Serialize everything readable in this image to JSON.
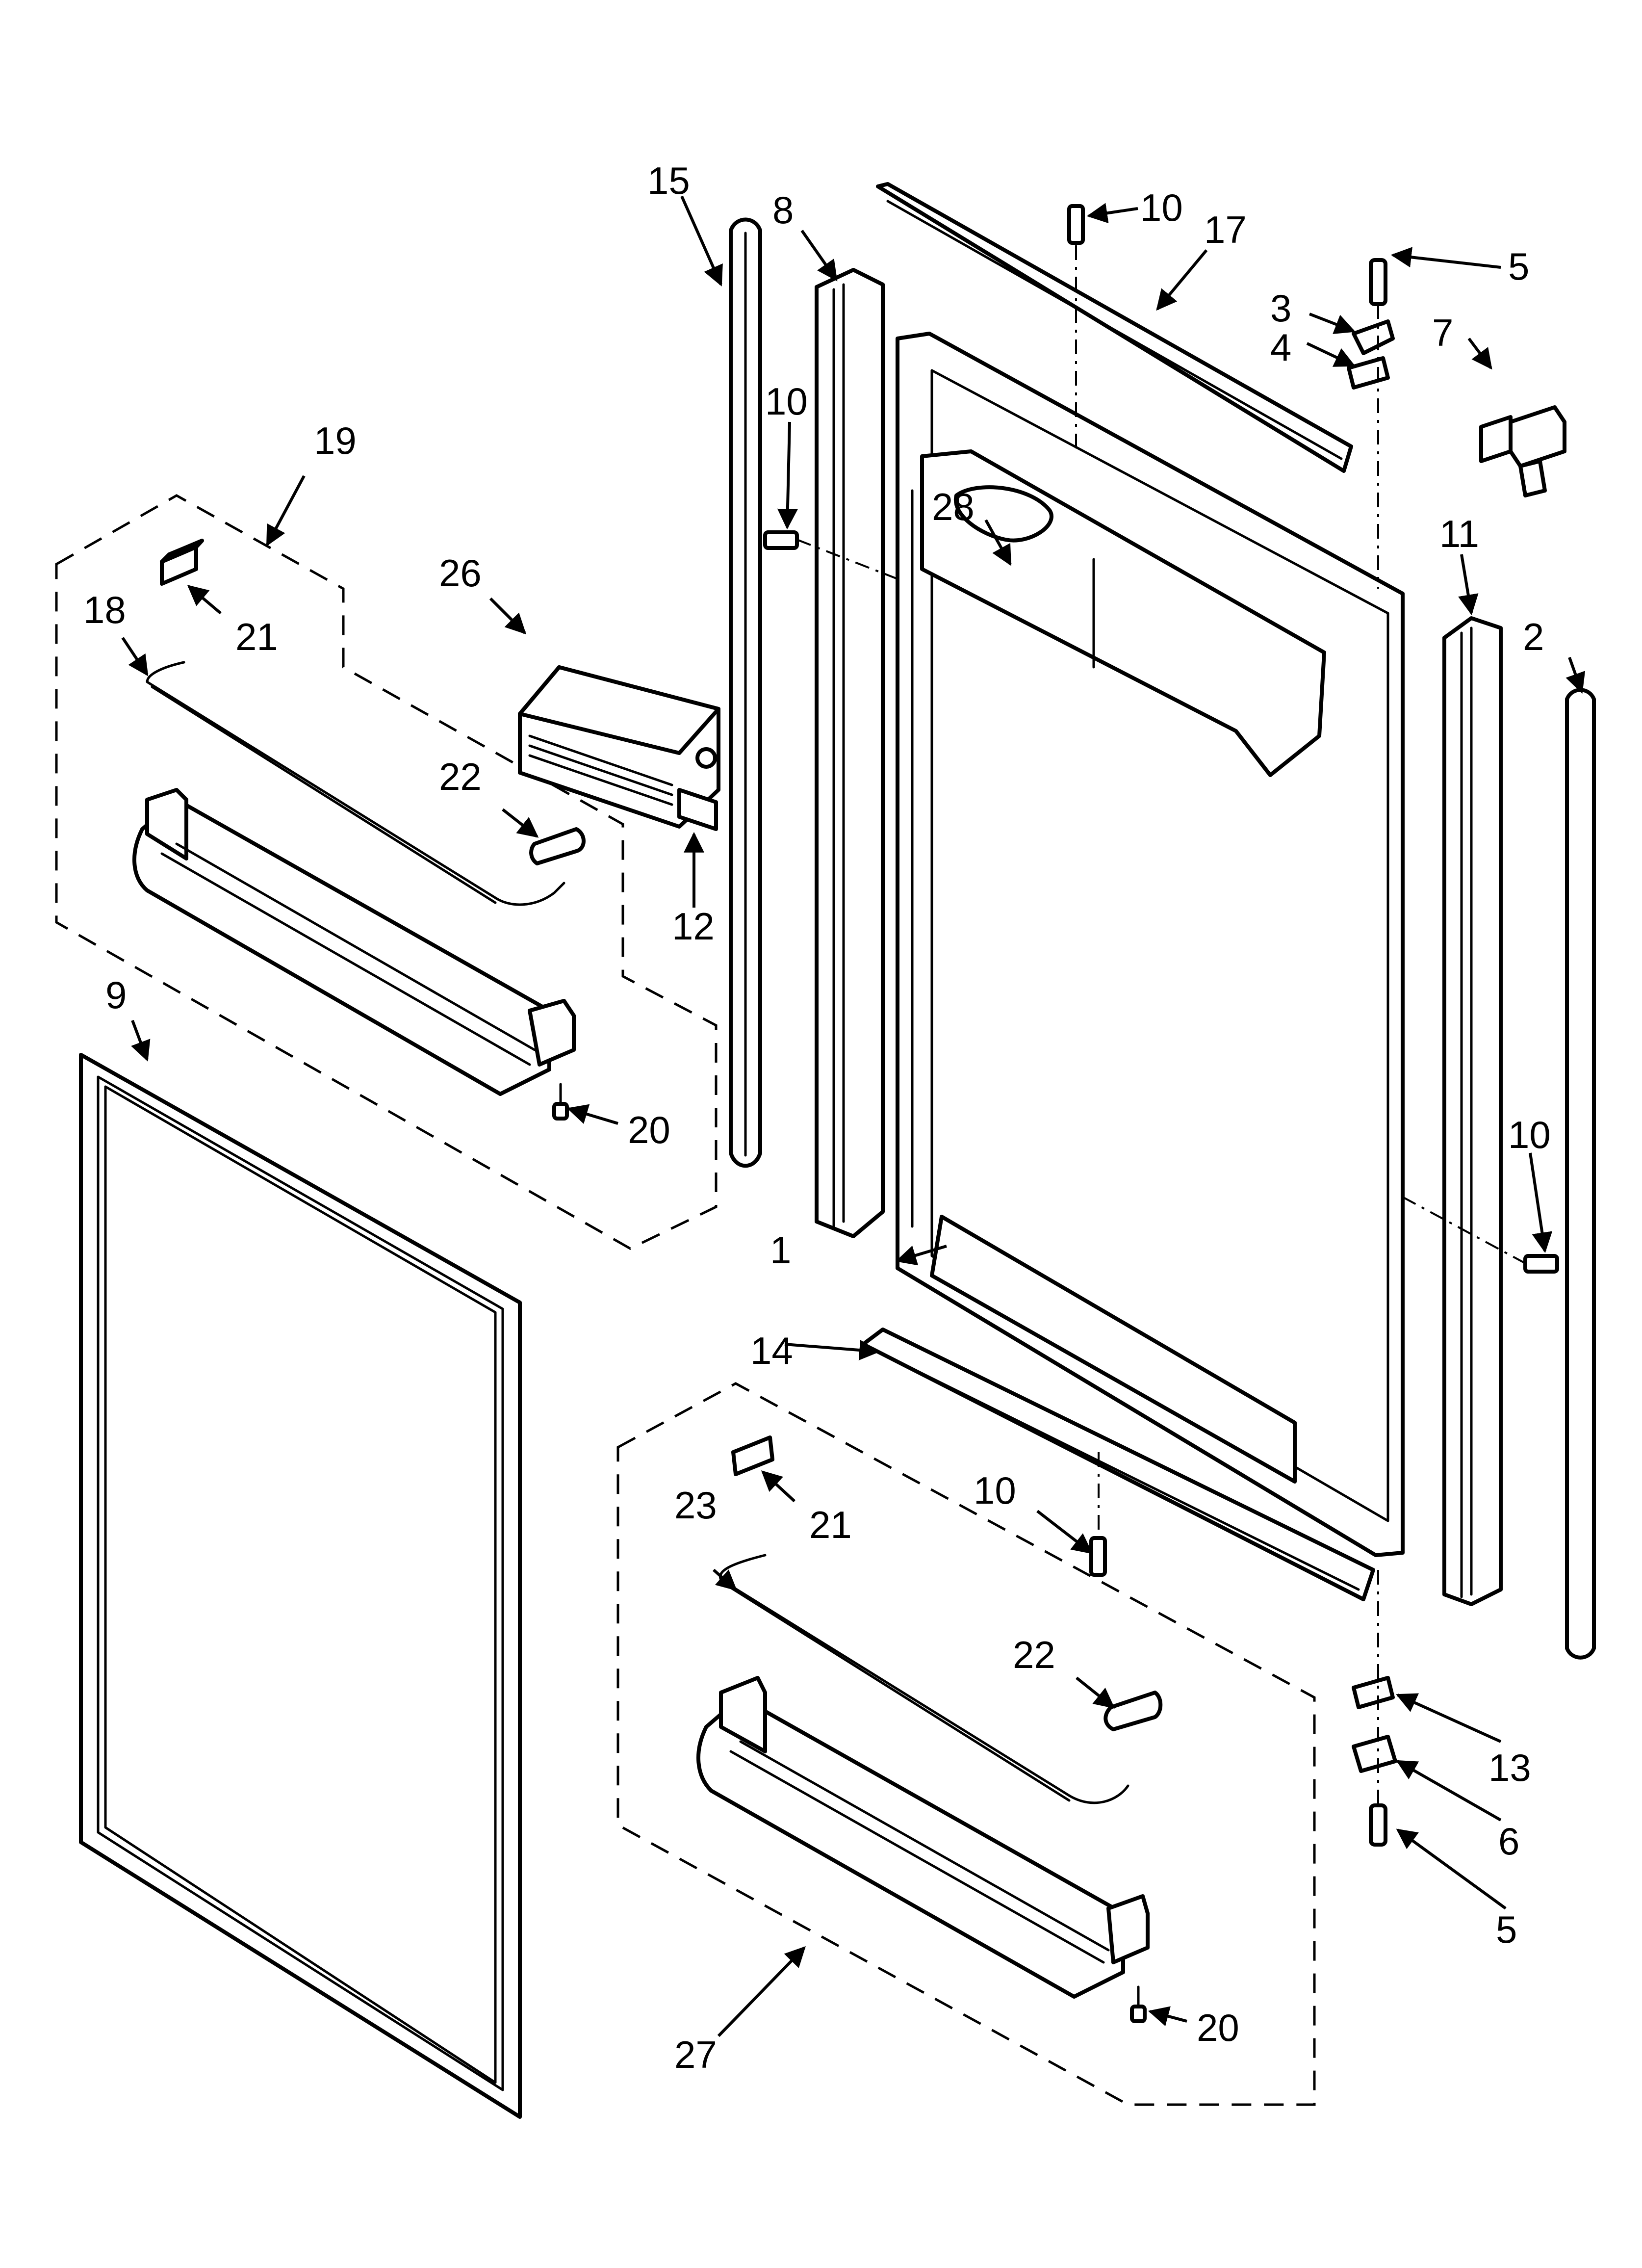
{
  "callouts": {
    "c1": "1",
    "c2": "2",
    "c3": "3",
    "c4": "4",
    "c5a": "5",
    "c5b": "5",
    "c6": "6",
    "c7": "7",
    "c8": "8",
    "c9": "9",
    "c10a": "10",
    "c10b": "10",
    "c10c": "10",
    "c10d": "10",
    "c11": "11",
    "c12": "12",
    "c13": "13",
    "c14": "14",
    "c15": "15",
    "c17": "17",
    "c18": "18",
    "c19": "19",
    "c20a": "20",
    "c20b": "20",
    "c21a": "21",
    "c21b": "21",
    "c22a": "22",
    "c22b": "22",
    "c23": "23",
    "c26": "26",
    "c27": "27",
    "c28": "28"
  },
  "colors": {
    "line": "#000000",
    "background": "#ffffff"
  }
}
